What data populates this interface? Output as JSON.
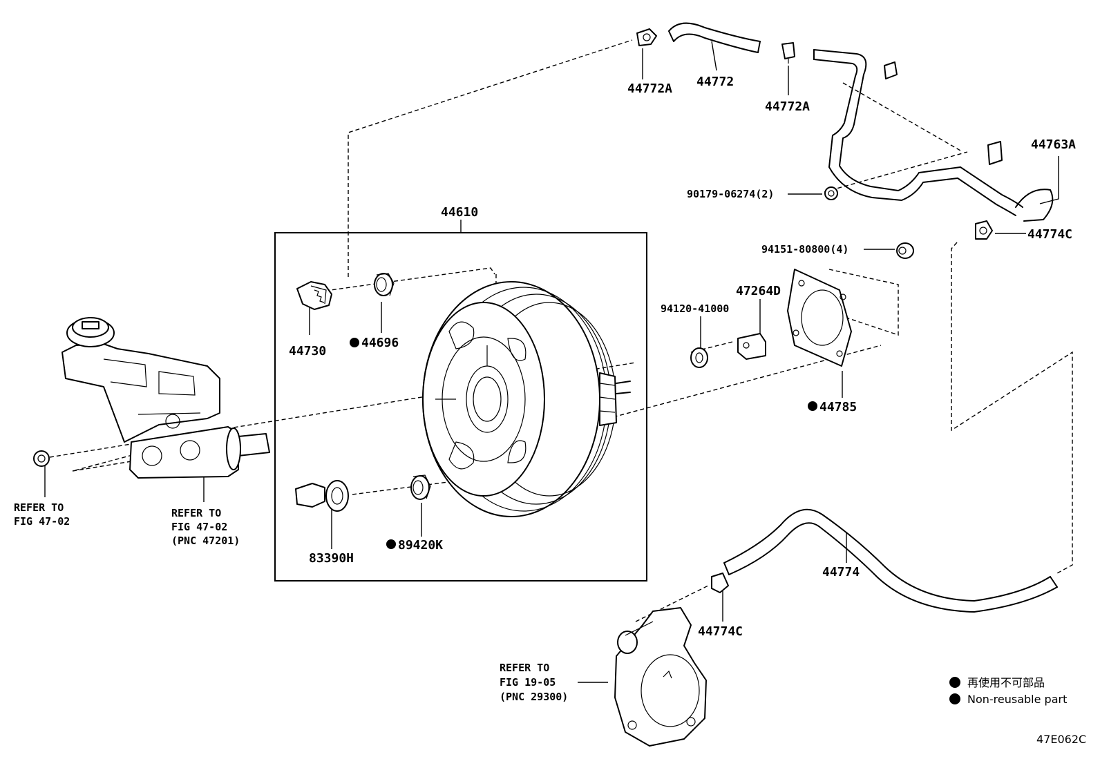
{
  "parts": {
    "p44772A_top": "44772A",
    "p44772": "44772",
    "p44772A_mid": "44772A",
    "p44763A": "44763A",
    "p90179": "90179-06274(2)",
    "p44774C_right": "44774C",
    "p94151": "94151-80800(4)",
    "p44610": "44610",
    "p47264D": "47264D",
    "p94120": "94120-41000",
    "p44730": "44730",
    "p44696": "44696",
    "p44785": "44785",
    "p83390H": "83390H",
    "p89420K": "89420K",
    "p44774": "44774",
    "p44774C_bottom": "44774C"
  },
  "refers": {
    "left": {
      "line1": "REFER TO",
      "line2": "FIG 47-02"
    },
    "mid": {
      "line1": "REFER TO",
      "line2": "FIG 47-02",
      "line3": "(PNC 47201)"
    },
    "bottom": {
      "line1": "REFER TO",
      "line2": "FIG 19-05",
      "line3": "(PNC 29300)"
    }
  },
  "legend": {
    "japanese": "再使用不可部品",
    "english": "Non-reusable part"
  },
  "diagram_code": "47E062C",
  "colors": {
    "ink": "#000000",
    "background": "#ffffff"
  }
}
